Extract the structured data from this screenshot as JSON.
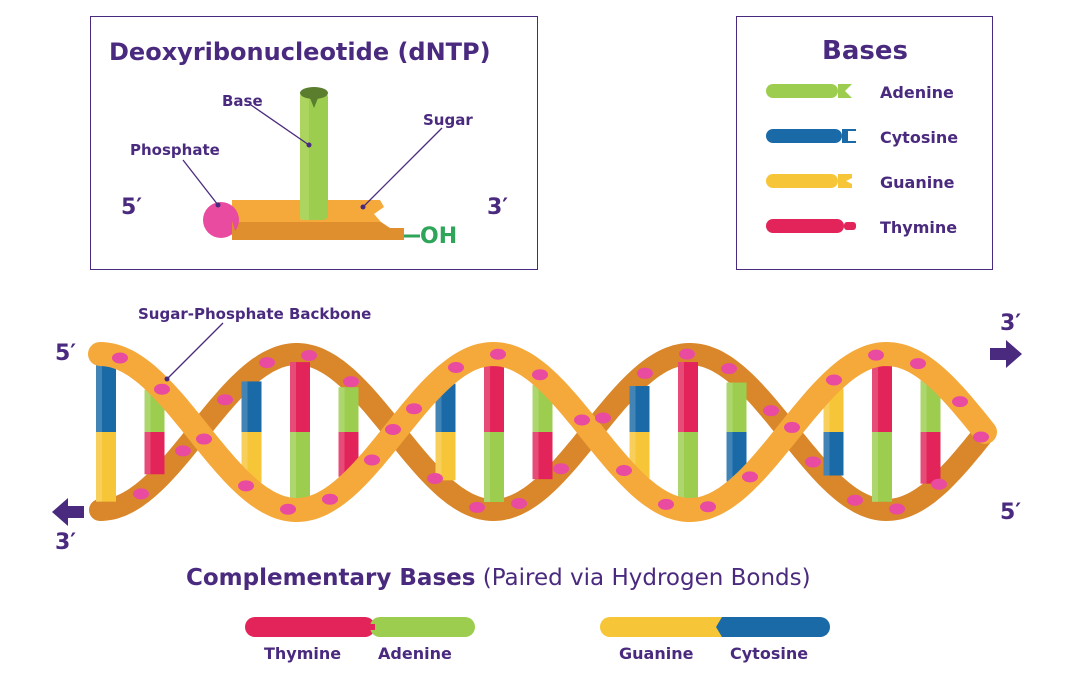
{
  "dntp": {
    "title": "Deoxyribonucleotide (dNTP)",
    "labels": {
      "base": "Base",
      "sugar": "Sugar",
      "phosphate": "Phosphate",
      "oh": "OH"
    },
    "five_prime": "5′",
    "three_prime": "3′"
  },
  "legend": {
    "title": "Bases",
    "items": [
      {
        "label": "Adenine",
        "color": "#9dcd4f"
      },
      {
        "label": "Cytosine",
        "color": "#1a6aa8"
      },
      {
        "label": "Guanine",
        "color": "#f7c538"
      },
      {
        "label": "Thymine",
        "color": "#e2245a"
      }
    ]
  },
  "helix": {
    "backbone_label": "Sugar-Phosphate Backbone",
    "top_left": "5′",
    "top_right": "3′",
    "bottom_left": "3′",
    "bottom_right": "5′",
    "colors": {
      "backbone": "#f5a93a",
      "backbone_dark": "#d9872a",
      "phosphate": "#e94ba0"
    }
  },
  "pairing": {
    "title_bold": "Complementary Bases",
    "title_rest": " (Paired via Hydrogen Bonds)",
    "pairs": [
      {
        "left": "Thymine",
        "right": "Adenine",
        "left_color": "#e2245a",
        "right_color": "#9dcd4f"
      },
      {
        "left": "Guanine",
        "right": "Cytosine",
        "left_color": "#f7c538",
        "right_color": "#1a6aa8"
      }
    ]
  }
}
